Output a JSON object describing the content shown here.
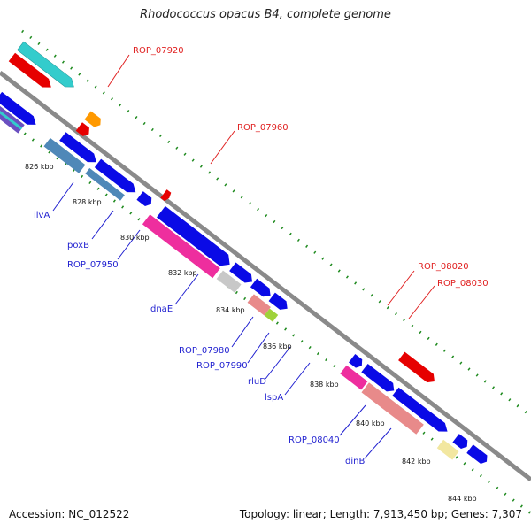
{
  "title": "Rhodococcus opacus B4, complete genome",
  "accession": "Accession: NC_012522",
  "summary": "Topology: linear; Length: 7,913,450 bp; Genes: 7,307",
  "scale_labels": [
    "826 kbp",
    "828 kbp",
    "830 kbp",
    "832 kbp",
    "834 kbp",
    "836 kbp",
    "838 kbp",
    "840 kbp",
    "842 kbp",
    "844 kbp"
  ],
  "gene_labels_blue": [
    "ilvA",
    "poxB",
    "ROP_07950",
    "dnaE",
    "ROP_07980",
    "ROP_07990",
    "rluD",
    "lspA",
    "ROP_08040",
    "dinB"
  ],
  "gene_labels_red": [
    "ROP_07920",
    "ROP_07960",
    "ROP_08020",
    "ROP_08030"
  ],
  "colors": {
    "backbone": "#8a8a8a",
    "dots": "#1e8a1e",
    "cds": "#0a0ae6",
    "trna": "#e60000",
    "cyan": "#33cccc",
    "steel": "#4f88b8",
    "magenta": "#ee2e9e",
    "salmon": "#e88a8a",
    "gray": "#c8c8c8",
    "lime": "#9fd23a",
    "orange": "#ff9900",
    "pale": "#f2e7a0",
    "label_blue": "#1f1fd0",
    "label_red": "#e02020"
  }
}
